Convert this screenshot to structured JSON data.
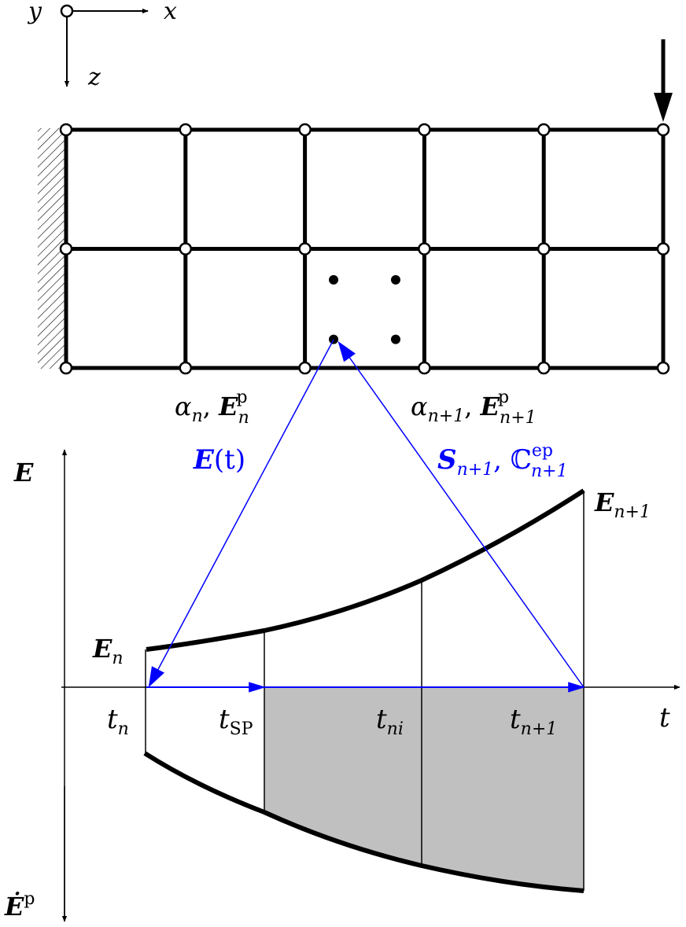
{
  "coord_axes": {
    "y": "y",
    "x": "x",
    "z": "z"
  },
  "mesh": {
    "columns": 5,
    "rows": 2,
    "gauss_points": 4,
    "load": "point load at top-right node"
  },
  "labels": {
    "alpha_n": "α",
    "alpha_n_sub": "n",
    "E_p": "E",
    "E_p_sup": "p",
    "E_p_sub_n": "n",
    "alpha_n1_sub": "n+1",
    "E_p_sub_n1": "n+1",
    "E_t": "E",
    "E_t_arg": "(t)",
    "S": "S",
    "S_sub": "n+1",
    "C": "ℂ",
    "C_sup": "ep",
    "C_sub": "n+1",
    "axis_E": "E",
    "axis_Edot": "Ė",
    "axis_Edot_sup": "p",
    "E_n": "E",
    "E_n_sub": "n",
    "E_n1": "E",
    "E_n1_sub": "n+1",
    "t_n": "t",
    "t_n_sub": "n",
    "t_SP": "t",
    "t_SP_sub": "SP",
    "t_ni": "t",
    "t_ni_sub": "ni",
    "t_n1": "t",
    "t_n1_sub": "n+1",
    "t_axis": "t"
  },
  "colors": {
    "blue": "#0000ff",
    "black": "#000000",
    "shade": "#c0c0c0"
  }
}
